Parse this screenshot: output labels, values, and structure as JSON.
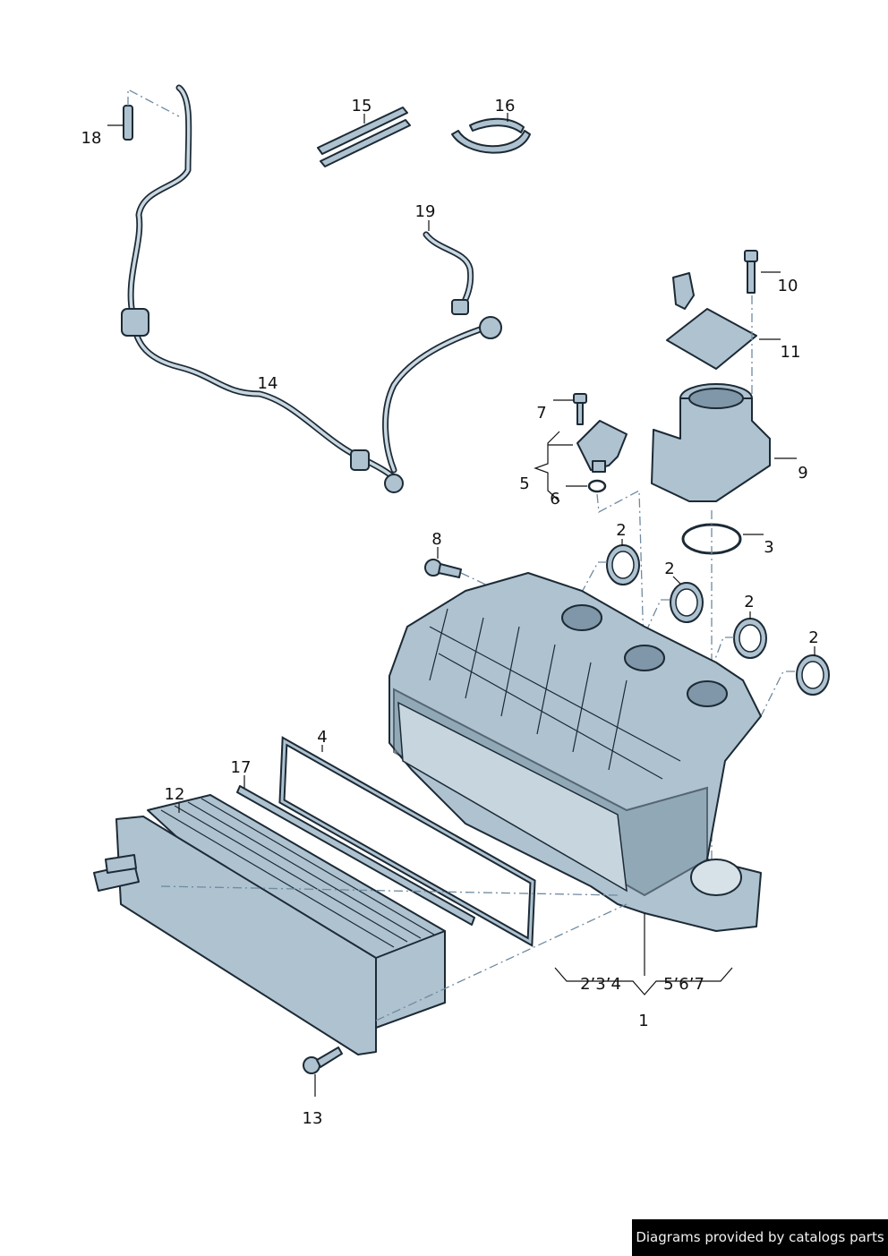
{
  "diagram": {
    "callouts": {
      "p1": "1",
      "p2a": "2",
      "p2b": "2",
      "p2c": "2",
      "p2d": "2",
      "p3": "3",
      "p4": "4",
      "p5": "5",
      "p6": "6",
      "p7": "7",
      "p8": "8",
      "p9": "9",
      "p10": "10",
      "p11": "11",
      "p12": "12",
      "p13": "13",
      "p14": "14",
      "p15": "15",
      "p16": "16",
      "p17": "17",
      "p18": "18",
      "p19": "19"
    },
    "brace_left": "2’3’4",
    "brace_right": "5’6’7"
  },
  "footer": {
    "credit": "Diagrams provided by catalogs parts"
  },
  "colors": {
    "part_fill": "#aec2d0",
    "outline": "#1c2a35",
    "credit_bg": "#000000"
  }
}
